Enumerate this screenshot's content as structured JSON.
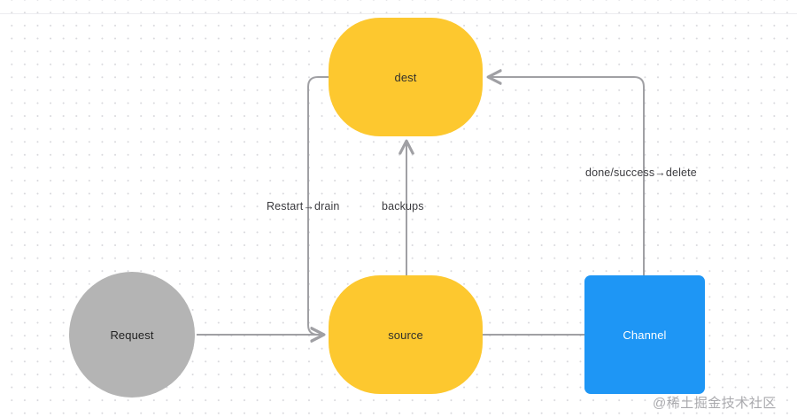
{
  "diagram": {
    "title": "source-dest-channel flow",
    "background": {
      "color": "#ffffff",
      "grid": "dot-grid",
      "grid_color": "#d9d9dd"
    },
    "nodes": [
      {
        "id": "dest",
        "label": "dest",
        "shape": "rounded-rectangle",
        "fill": "#FDC82F",
        "text_color": "#32302c"
      },
      {
        "id": "source",
        "label": "source",
        "shape": "rounded-rectangle",
        "fill": "#FDC82F",
        "text_color": "#32302c"
      },
      {
        "id": "request",
        "label": "Request",
        "shape": "circle",
        "fill": "#b4b4b4",
        "text_color": "#232323"
      },
      {
        "id": "channel",
        "label": "Channel",
        "shape": "square",
        "fill": "#1E96F5",
        "text_color": "#ffffff"
      }
    ],
    "edges": [
      {
        "id": "request-to-source",
        "from": "Request",
        "to": "source",
        "label": "",
        "arrow": "end",
        "color": "#a0a0a4"
      },
      {
        "id": "source-to-dest-restart",
        "from": "source",
        "to": "dest",
        "label": "Restart→drain",
        "arrow": "end",
        "color": "#a0a0a4"
      },
      {
        "id": "source-to-dest-backups",
        "from": "source",
        "to": "dest",
        "label": "backups",
        "arrow": "end",
        "color": "#a0a0a4"
      },
      {
        "id": "source-to-channel",
        "from": "source",
        "to": "Channel",
        "label": "",
        "arrow": "none",
        "color": "#a0a0a4"
      },
      {
        "id": "channel-to-dest",
        "from": "Channel",
        "to": "dest",
        "label": "done/success→delete",
        "arrow": "end",
        "color": "#a0a0a4"
      }
    ]
  },
  "watermark": {
    "text": "@稀土掘金技术社区"
  }
}
